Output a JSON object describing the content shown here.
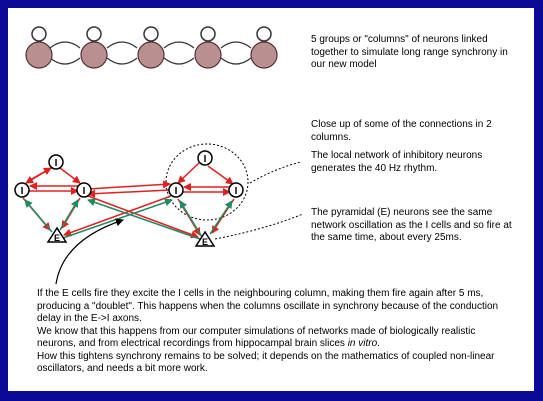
{
  "texts": {
    "five_groups": "5 groups or \"columns\" of neurons linked together to simulate long range synchrony in our new model",
    "close_up": "Close up of some of the connections in 2 columns.",
    "local_network": "The local network of inhibitory neurons generates the 40 Hz rhythm.",
    "pyramidal": "The pyramidal (E) neurons see the same network oscillation as the I cells and so fire at the same time, about every 25ms.",
    "bottom_1": "If the E cells fire they excite the I cells in the neighbouring column, making them fire again after 5 ms, producing a \"doublet\". This happens when the columns oscillate in synchrony because of the conduction delay in the E->I axons.",
    "bottom_2a": "We know that this happens from our computer simulations of networks made of biologically realistic neurons, and from electrical recordings from hippocampal brain slices ",
    "bottom_2b": "in vitro",
    "bottom_2c": ".",
    "bottom_3": "How this tightens synchrony remains to be solved; it depends on the mathematics of coupled non-linear oscillators, and needs a bit more work."
  },
  "node_labels": {
    "inhibitory": "I",
    "excitatory": "E"
  },
  "colors": {
    "background": "#0a0a96",
    "panel": "#ffffff",
    "inhibitory_link": "#e02020",
    "excitatory_link": "#208a60",
    "column_body": "#b89090",
    "column_outline": "#5a3030"
  }
}
